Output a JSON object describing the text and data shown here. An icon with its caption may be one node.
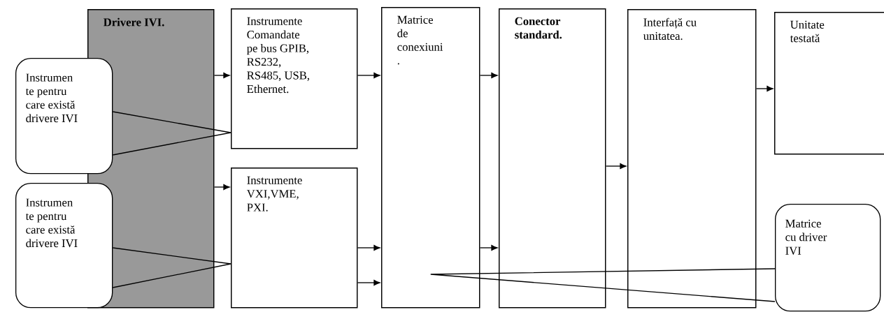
{
  "diagram": {
    "nodes": [
      {
        "text": [
          "Drivere IVI."
        ]
      },
      {
        "text": [
          "Instrumente Comandate pe bus GPIB, RS232, RS485, USB, Ethernet."
        ]
      },
      {
        "text": [
          "Instrumente VXI,VME, PXI."
        ]
      },
      {
        "text": [
          "Matrice de conexiuni ."
        ]
      },
      {
        "text": [
          "Conector standard."
        ]
      },
      {
        "text": [
          "Interfață cu unitatea."
        ]
      },
      {
        "text": [
          "Unitate testată"
        ]
      },
      {
        "text": [
          "Instrumen te pentru care există drivere IVI"
        ]
      },
      {
        "text": [
          "Instrumen te pentru care există drivere IVI"
        ]
      },
      {
        "text": [
          "Matrice cu driver IVI"
        ]
      }
    ],
    "edges": [
      {
        "from": 0,
        "to": 1,
        "arrow": "to"
      },
      {
        "from": 0,
        "to": 2,
        "arrow": "to"
      },
      {
        "from": 1,
        "to": 3,
        "arrow": "to"
      },
      {
        "from": 2,
        "to": 3,
        "arrow": "to"
      },
      {
        "from": 2,
        "to": 3,
        "arrow": "to"
      },
      {
        "from": 3,
        "to": 4,
        "arrow": "to"
      },
      {
        "from": 3,
        "to": 4,
        "arrow": "to"
      },
      {
        "from": 4,
        "to": 5,
        "arrow": "to"
      },
      {
        "from": 5,
        "to": 6,
        "arrow": "to"
      },
      {
        "from": 7,
        "to": 1,
        "arrow": "none"
      },
      {
        "from": 8,
        "to": 2,
        "arrow": "none"
      },
      {
        "from": 9,
        "to": 3,
        "arrow": "none"
      }
    ]
  }
}
